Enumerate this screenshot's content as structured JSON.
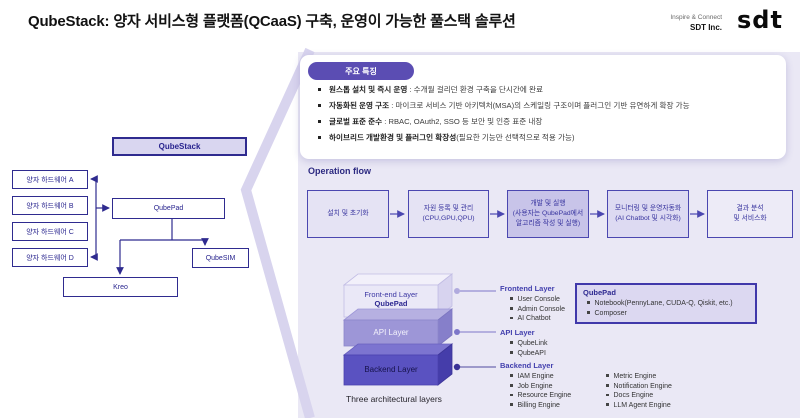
{
  "header": {
    "title": "QubeStack: 양자 서비스형 플랫폼(QCaaS) 구축, 운영이 가능한 풀스택 솔루션",
    "brand": {
      "tagline": "Inspire & Connect",
      "company": "SDT Inc.",
      "logo": "sdt"
    }
  },
  "features": {
    "pill": "주요 특징",
    "items": [
      {
        "strong": "원스톱 설치 및 즉시 운영",
        "rest": " : 수개월 걸리던 환경 구축을 단시간에 완료"
      },
      {
        "strong": "자동화된 운영 구조",
        "rest": " : 마이크로 서비스 기반 아키텍처(MSA)의 스케일링 구조이며 플러그인 기반 유연하게 확장 가능"
      },
      {
        "strong": "글로벌 표준 준수",
        "rest": " : RBAC, OAuth2, SSO 등 보안 및 인증 표준 내장"
      },
      {
        "strong": "하이브리드 개발환경 및 플러그인 확장성",
        "rest": "(필요한 기능만 선택적으로 적용 가능)"
      }
    ]
  },
  "stack_diagram": {
    "root": "QubeStack",
    "hardware": [
      "양자 하드웨어 A",
      "양자 하드웨어 B",
      "양자 하드웨어 C",
      "양자 하드웨어 D"
    ],
    "qubepad": "QubePad",
    "qubesim": "QubeSIM",
    "kreo": "Kreo"
  },
  "operation_flow": {
    "title": "Operation flow",
    "steps": [
      "설치 및 초기화",
      "자원 등록 및 관리\n(CPU,GPU,QPU)",
      "개발 및 실행\n(사용자는 QubePad에서\n알고리즘 작성 및 실행)",
      "모니터링 및 운영자동화\n(AI Chatbot 및 시각화)",
      "결과 분석\n및 서비스화"
    ]
  },
  "layers": {
    "caption": "Three architectural layers",
    "front": {
      "label": "Front-end Layer",
      "sublabel": "QubePad"
    },
    "api": {
      "label": "API Layer"
    },
    "backend": {
      "label": "Backend Layer"
    }
  },
  "details": {
    "frontend": {
      "title": "Frontend Layer",
      "items": [
        "User Console",
        "Admin Console",
        "AI Chatbot"
      ]
    },
    "api": {
      "title": "API Layer",
      "items": [
        "QubeLink",
        "QubeAPI"
      ]
    },
    "backend": {
      "title": "Backend Layer",
      "col1": [
        "IAM Engine",
        "Job Engine",
        "Resource Engine",
        "Billing Engine"
      ],
      "col2": [
        "Metric Engine",
        "Notification Engine",
        "Docs Engine",
        "LLM Agent Engine"
      ]
    },
    "qubepad": {
      "title": "QubePad",
      "items": [
        "Notebook(PennyLane, CUDA-Q, Qiskit, etc.)",
        "Composer"
      ]
    }
  },
  "colors": {
    "accent": "#2f2b8f",
    "pill": "#5b4db3",
    "panel": "#eae8f5",
    "band": "#d8d4ee"
  }
}
